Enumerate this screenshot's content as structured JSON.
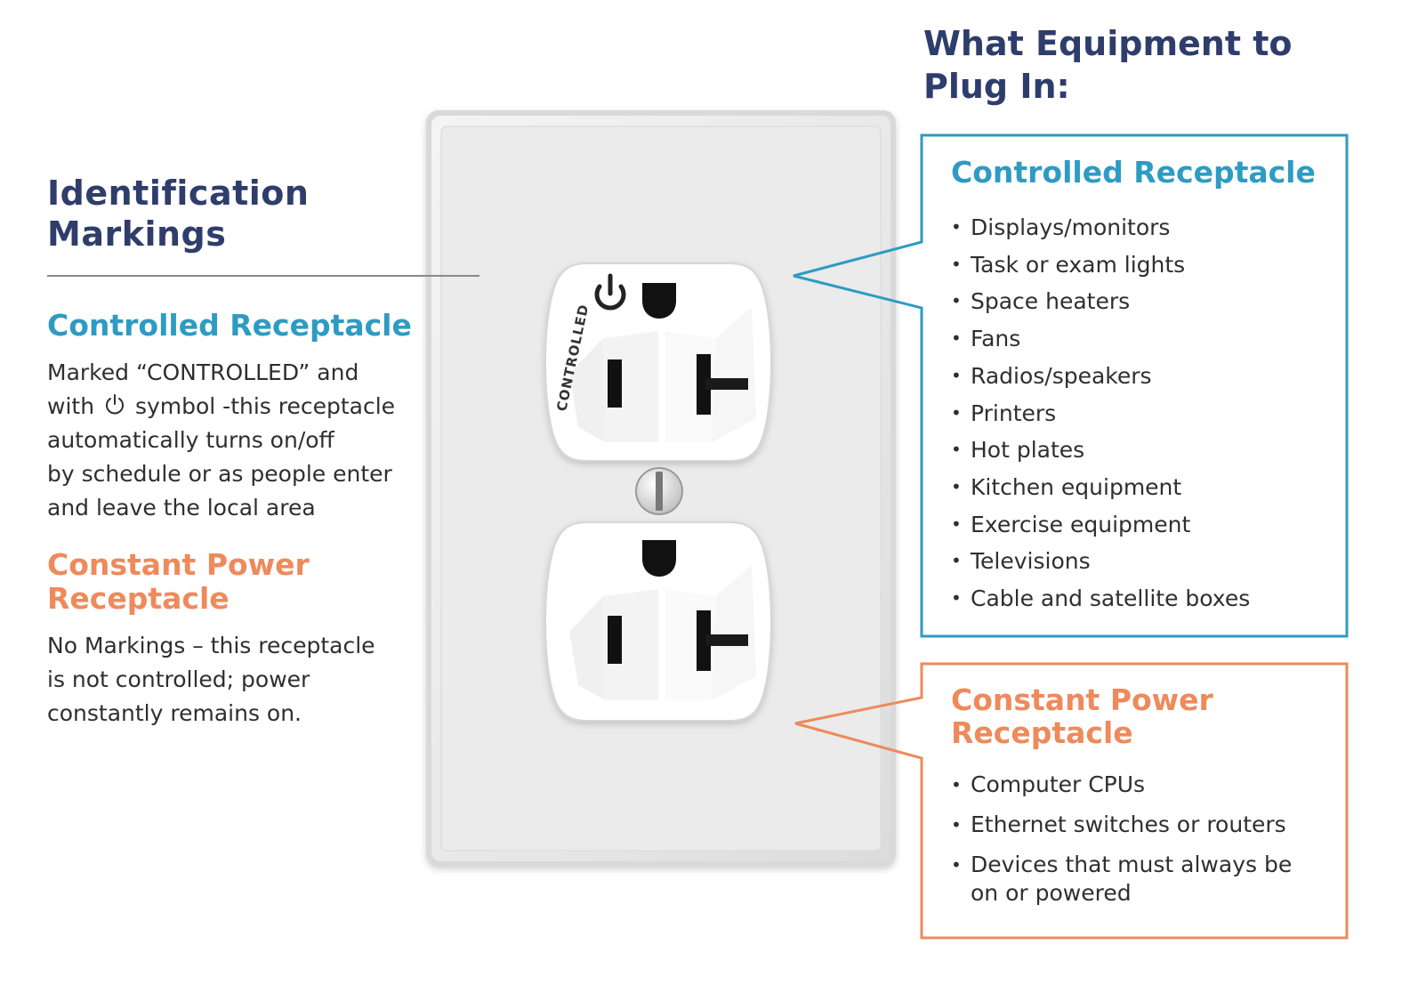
{
  "identification": {
    "title_line1": "Identification",
    "title_line2": "Markings",
    "controlled": {
      "title": "Controlled Receptacle",
      "line1": "Marked “CONTROLLED” and",
      "line2_pre": "with",
      "line2_post": "symbol -this receptacle",
      "line3": "automatically turns on/off",
      "line4": "by schedule or as people enter",
      "line5": "and leave the local area"
    },
    "constant": {
      "title_line1": "Constant Power",
      "title_line2": "Receptacle",
      "line1": "No Markings – this receptacle",
      "line2": "is not controlled; power",
      "line3": "constantly remains on."
    }
  },
  "outlet": {
    "marking_text": "CONTROLLED",
    "power_symbol_icon": "power-icon"
  },
  "equipment": {
    "title_line1": "What Equipment to",
    "title_line2": "Plug In:",
    "controlled": {
      "title": "Controlled Receptacle",
      "items": [
        "Displays/monitors",
        "Task or exam lights",
        "Space heaters",
        "Fans",
        "Radios/speakers",
        "Printers",
        "Hot plates",
        "Kitchen equipment",
        "Exercise equipment",
        "Televisions",
        "Cable and satellite boxes"
      ]
    },
    "constant": {
      "title_line1": "Constant Power",
      "title_line2": "Receptacle",
      "items": [
        "Computer CPUs",
        "Ethernet switches or routers",
        "Devices that must always be on or powered"
      ]
    }
  },
  "colors": {
    "navy": "#2e3d6b",
    "blue": "#2e9bc2",
    "orange": "#ee8a5b",
    "text": "#2f2f2f"
  }
}
